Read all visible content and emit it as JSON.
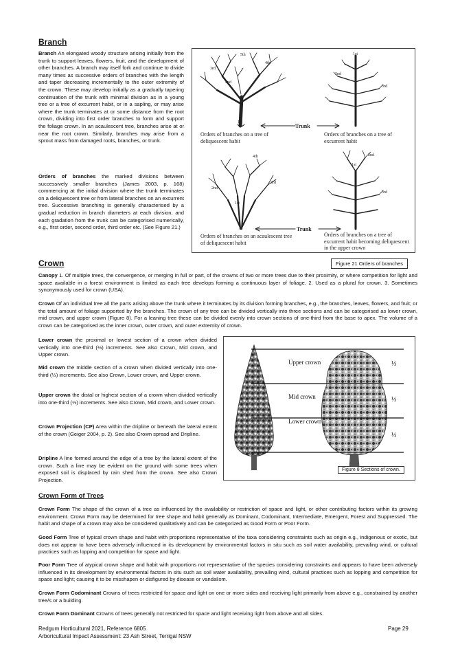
{
  "branch": {
    "heading": "Branch",
    "p1_term": "Branch",
    "p1_text": " An elongated woody structure arising initially from the trunk to support leaves, flowers, fruit, and the development of other branches. A branch may itself fork and continue to divide many times as successive orders of branches with the length and taper decreasing incrementally to the outer extremity of the crown. These may develop initially as a gradually tapering continuation of the trunk with minimal division as in a young tree or a tree of excurrent habit, or in a sapling, or may arise where the trunk terminates at or some distance from the root crown, dividing into first order branches to form and support the foliage crown. In an acaulescent tree, branches arise at or near the root crown. Similarly, branches may arise from a sprout mass from damaged roots, branches, or trunk.",
    "p2_term": "Orders of branches",
    "p2_text": " the marked divisions between successively smaller branches (James 2003, p. 168) commencing at the initial division where the trunk terminates on a deliquescent tree or from lateral branches on an excurrent tree. Successive branching is generally characterised by a gradual reduction in branch diameters at each division, and each gradation from the trunk can be categorised numerically, e.g., first order, second order, third order etc. (See Figure 21.)"
  },
  "figure21": {
    "label_tl": "Orders of branches on a tree of deliquescent habit",
    "label_tr": "Orders of branches on a tree of excurrent habit",
    "label_bl": "Orders of branches on an acaulescent tree of deliquescent habit",
    "label_br": "Orders of branches on a tree of excurrent habit becoming deliquescent in the upper crown",
    "trunk_label": "Trunk",
    "order_labels": [
      "1st",
      "2nd",
      "3rd",
      "4th",
      "5th"
    ],
    "caption": "Figure 21 Orders of branches"
  },
  "crown": {
    "heading": "Crown",
    "canopy_term": "Canopy",
    "canopy_text": " 1. Of multiple trees, the convergence, or merging in full or part, of the crowns of two or more trees due to their proximity, or where competition for light and space available in a forest environment is limited as each tree develops forming a continuous layer of foliage. 2. Used as a plural for crown. 3. Sometimes synonymously used for crown (USA).",
    "crown_term": "Crown",
    "crown_text": " Of an individual tree all the parts arising above the trunk where it terminates by its division forming branches, e.g., the branches, leaves, flowers, and fruit; or the total amount of foliage supported by the branches. The crown of any tree can be divided vertically into three sections and can be categorised as lower crown, mid crown, and upper crown (Figure 8). For a leaning tree these can be divided evenly into crown sections of one-third from the base to apex. The volume of a crown can be categorised as the inner crown, outer crown, and outer extremity of crown.",
    "lower_term": "Lower crown",
    "lower_text": " the proximal or lowest section of a crown when divided vertically into one-third (⅓) increments. See also Crown, Mid crown, and Upper crown.",
    "mid_term": "Mid crown",
    "mid_text": " the middle section of a crown when divided vertically into one-third (⅓) increments. See also Crown, Lower crown, and Upper crown.",
    "upper_term": "Upper crown",
    "upper_text": " the distal or highest section of a crown when divided vertically into one-third (⅓) increments. See also Crown, Mid crown, and Lower crown.",
    "proj_term": "Crown Projection (CP)",
    "proj_text": " Area within the dripline or beneath the lateral extent of the crown (Geiger 2004, p. 2). See also Crown spread and Dripline.",
    "drip_term": "Dripline",
    "drip_text": " A line formed around the edge of a tree by the lateral extent of the crown. Such a line may be evident on the ground with some trees when exposed soil is displaced by rain shed from the crown. See also Crown Projection."
  },
  "figure8": {
    "upper_label": "Upper crown",
    "mid_label": "Mid crown",
    "lower_label": "Lower crown",
    "third": "⅓",
    "caption": "Figure 8 Sections of crown."
  },
  "crown_form": {
    "heading": "Crown Form of Trees",
    "cf_term": "Crown Form",
    "cf_text": " The shape of the crown of a tree as influenced by the availability or restriction of space and light, or other contributing factors within its growing environment. Crown Form may be determined for tree shape and habit generally as Dominant, Codominant, Intermediate, Emergent, Forest and Suppressed. The habit and shape of a crown may also be considered qualitatively and can be categorized as Good Form or Poor Form.",
    "good_term": "Good Form",
    "good_text": " Tree of typical crown shape and habit with proportions representative of the taxa considering constraints such as origin e.g., indigenous or exotic, but does not appear to have been adversely influenced in its development by environmental factors in situ such as soil water availability, prevailing wind, or cultural practices such as lopping and competition for space and light.",
    "poor_term": "Poor Form",
    "poor_text": " Tree of atypical crown shape and habit with proportions not representative of the species considering constraints and appears to have been adversely influenced in its development by environmental factors in situ such as soil water availability, prevailing wind, cultural practices such as lopping and competition for space and light; causing it to be misshapen or disfigured by disease or vandalism.",
    "cod_term": "Crown Form Codominant",
    "cod_text": " Crowns of trees restricted for space and light on one or more sides and receiving light primarily from above e.g., constrained by another tree/s or a building.",
    "dom_term": "Crown Form Dominant",
    "dom_text": " Crowns of trees generally not restricted for space and light receiving light from above and all sides."
  },
  "footer": {
    "line1": "Redgum Horticultural 2021, Reference 6805",
    "line2": "Arboricultural Impact Assessment: 23 Ash Street, Terrigal NSW",
    "page": "Page 29"
  }
}
